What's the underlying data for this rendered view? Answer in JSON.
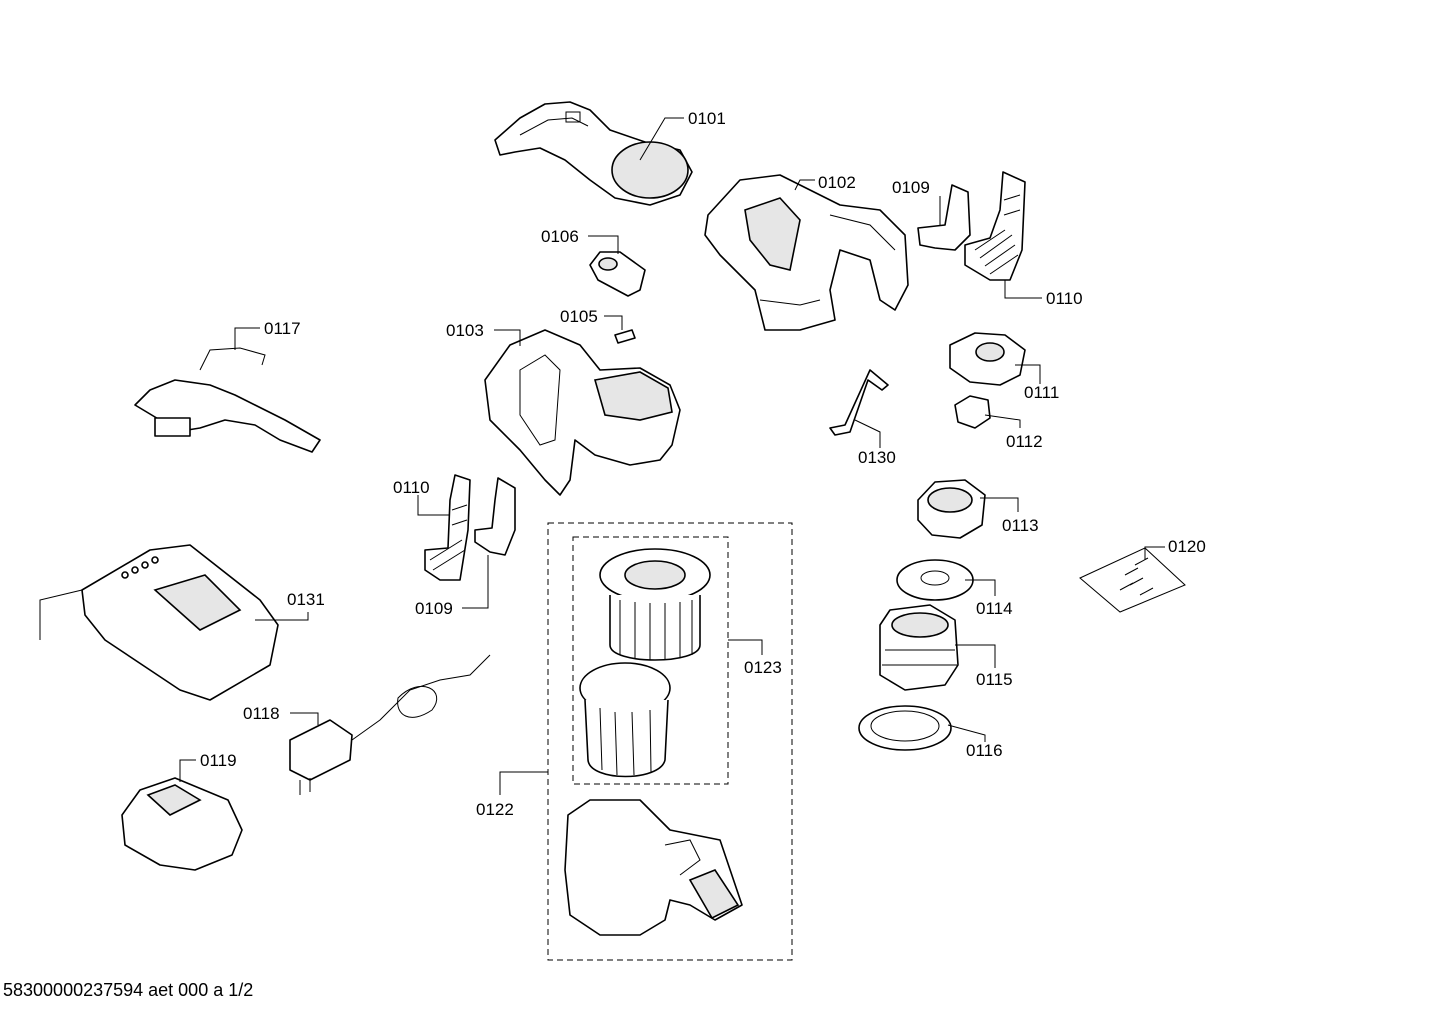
{
  "diagram": {
    "labels": [
      "0101",
      "0102",
      "0103",
      "0105",
      "0106",
      "0109",
      "0110",
      "0111",
      "0112",
      "0113",
      "0114",
      "0115",
      "0116",
      "0117",
      "0118",
      "0119",
      "0120",
      "0122",
      "0123",
      "0130",
      "0131",
      "0109",
      "0110"
    ],
    "footer": "58300000237594 aet 000 a 1/2"
  }
}
